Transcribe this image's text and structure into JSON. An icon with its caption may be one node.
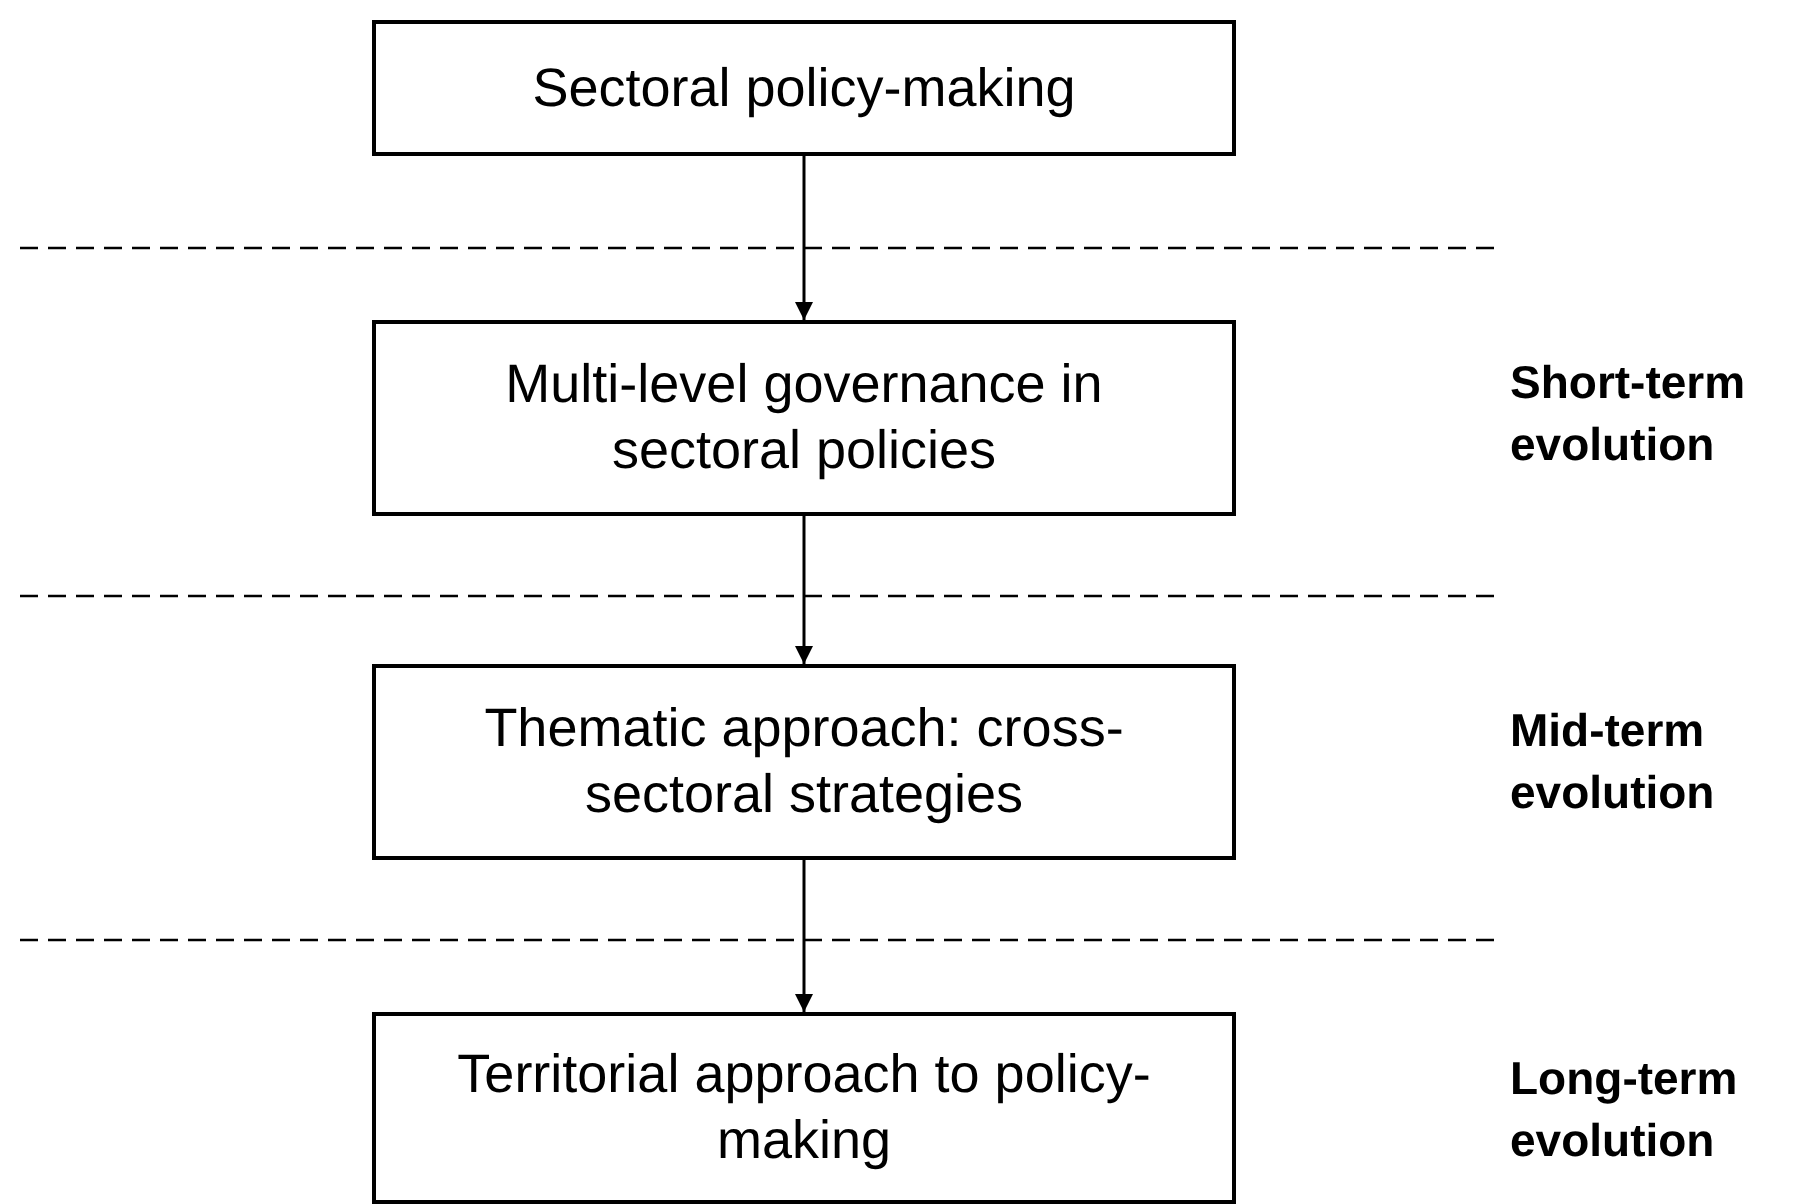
{
  "diagram": {
    "nodes": [
      {
        "text": [
          "Sectoral policy-making"
        ]
      },
      {
        "text": [
          "Multi-level governance in sectoral policies"
        ]
      },
      {
        "text": [
          "Thematic approach: cross-sectoral strategies"
        ]
      },
      {
        "text": [
          "Territorial approach to policy-making"
        ]
      }
    ],
    "edges": [
      {
        "from": 0,
        "to": 1,
        "arrow": "to"
      },
      {
        "from": 1,
        "to": 2,
        "arrow": "to"
      },
      {
        "from": 2,
        "to": 3,
        "arrow": "to"
      }
    ],
    "labels": [
      "Short-term evolution",
      "Mid-term evolution",
      "Long-term evolution"
    ]
  }
}
